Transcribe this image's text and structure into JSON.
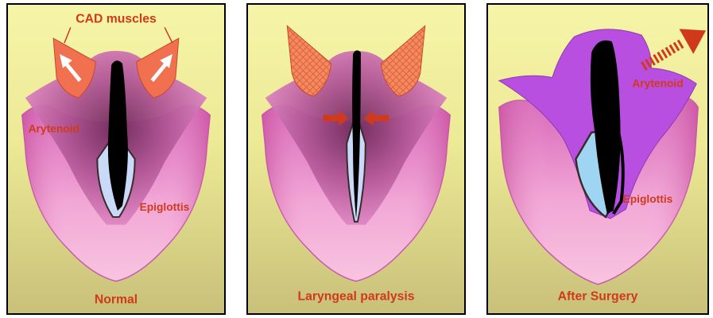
{
  "panels": [
    {
      "caption": "Normal",
      "labels": {
        "muscles": "CAD muscles",
        "arytenoid": "Arytenoid",
        "epiglottis": "Epiglottis"
      }
    },
    {
      "caption": "Laryngeal paralysis"
    },
    {
      "caption": "After Surgery",
      "labels": {
        "arytenoid": "Arytenoid",
        "epiglottis": "Epiglottis"
      }
    }
  ],
  "colors": {
    "background_top": "#f6f4a8",
    "background_bottom": "#c9c07a",
    "larynx_pink": "#e58ac9",
    "arytenoid_purple": "#b84fe0",
    "muscle_orange": "#f07050",
    "airway": "#000000",
    "vocal_fold": "#c9d9f7",
    "label_red": "#d03a1a"
  },
  "icons": [
    "movement-arrow",
    "pull-arrow",
    "compression-arrow"
  ]
}
